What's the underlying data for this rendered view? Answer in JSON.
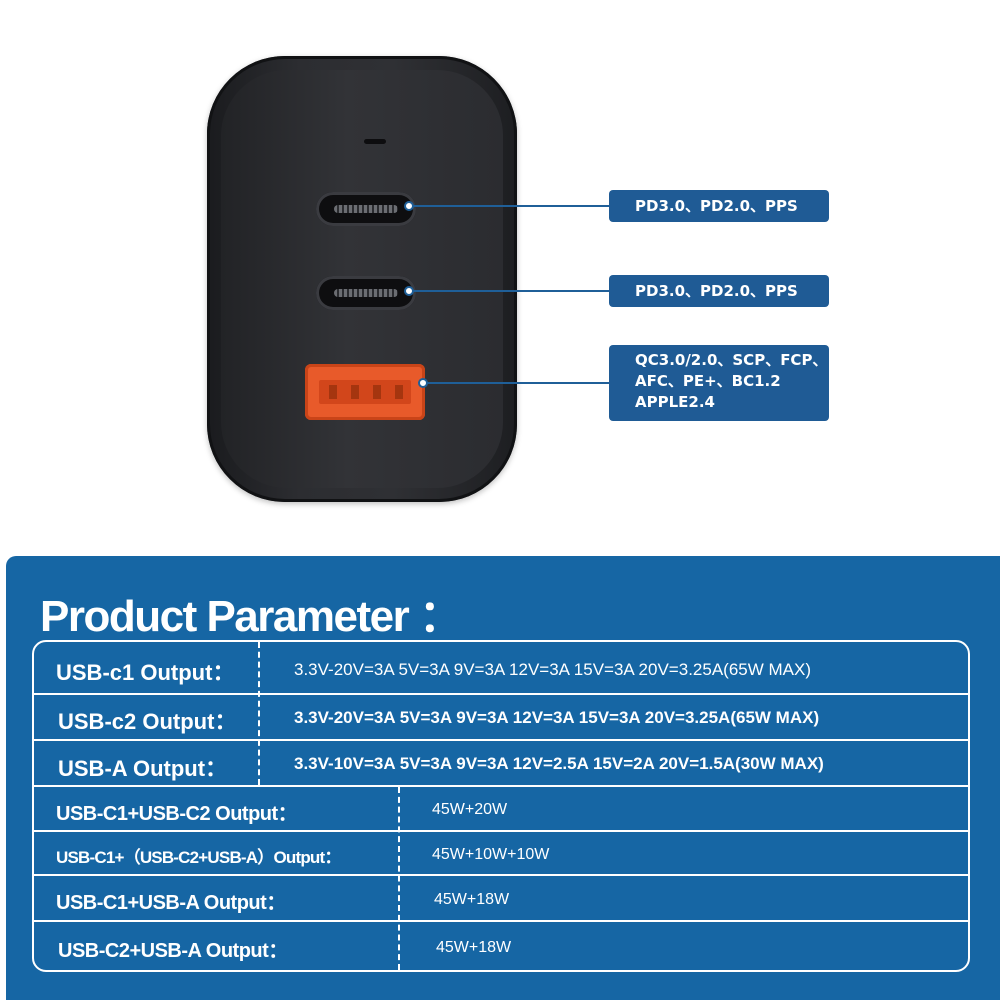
{
  "port_specs": {
    "usb_c1": "PD3.0、PD2.0、PPS",
    "usb_c2": "PD3.0、PD2.0、PPS",
    "usb_a": "QC3.0/2.0、SCP、FCP、\nAFC、PE+、BC1.2\nAPPLE2.4"
  },
  "parameters": {
    "title": "Product Parameter ：",
    "rows": [
      {
        "label": "USB-c1 Output：",
        "value": "3.3V-20V=3A 5V=3A 9V=3A 12V=3A 15V=3A 20V=3.25A(65W MAX)"
      },
      {
        "label": "USB-c2 Output：",
        "value": "3.3V-20V=3A 5V=3A 9V=3A 12V=3A 15V=3A 20V=3.25A(65W MAX)"
      },
      {
        "label": "USB-A Output：",
        "value": "3.3V-10V=3A 5V=3A 9V=3A 12V=2.5A 15V=2A 20V=1.5A(30W MAX)"
      },
      {
        "label": "USB-C1+USB-C2 Output：",
        "value": "45W+20W"
      },
      {
        "label": "USB-C1+（USB-C2+USB-A）Output：",
        "value": "45W+10W+10W"
      },
      {
        "label": "USB-C1+USB-A Output：",
        "value": "45W+18W"
      },
      {
        "label": "USB-C2+USB-A Output：",
        "value": "45W+18W"
      }
    ]
  },
  "colors": {
    "panel_blue": "#1666a4",
    "label_blue": "#1f5b95",
    "usb_a_port": "#e85a2a",
    "charger_body": "#2c2d31"
  }
}
